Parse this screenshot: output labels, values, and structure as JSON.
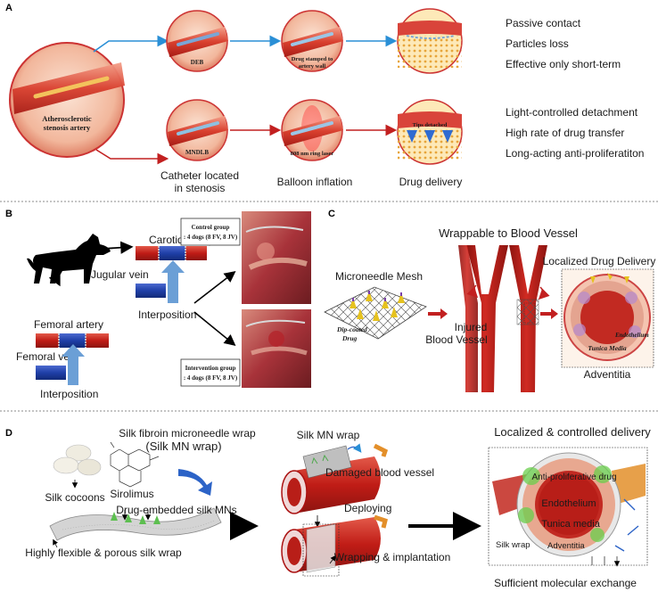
{
  "panelA": {
    "label": "A",
    "stenosis_caption_1": "Atherosclerotic",
    "stenosis_caption_2": "stenosis artery",
    "deb_caption": "DEB",
    "stamped_caption_1": "Drug stamped to",
    "stamped_caption_2": "artery wall",
    "mndlb_caption": "MNDLB",
    "laser_caption": "808 nm ring laser",
    "tips_caption": "Tips detached",
    "top_notes": [
      "Passive contact",
      "Particles loss",
      "Effective only short-term"
    ],
    "bottom_notes": [
      "Light-controlled detachment",
      "High rate of drug transfer",
      "Long-acting  anti-proliferatiton"
    ],
    "step1_line1": "Catheter located",
    "step1_line2": "in stenosis",
    "step2": "Balloon inflation",
    "step3": "Drug delivery"
  },
  "panelB": {
    "label": "B",
    "carotid": "Carotid artery",
    "jugular": "Jugular vein",
    "interposition_top": "Interposition",
    "femoral_artery": "Femoral artery",
    "femoral_vein": "Femoral vein",
    "interposition_bottom": "Interposition",
    "control_line1": "Control group",
    "control_line2": ": 4 dogs (8 FV, 8 JV)",
    "intervention_line1": "Intervention group",
    "intervention_line2": ": 4 dogs (8 FV, 8 JV)"
  },
  "panelC": {
    "label": "C",
    "title": "Wrappable to Blood Vessel",
    "mesh": "Microneedle Mesh",
    "dip_line1": "Dip-coated",
    "dip_line2": "Drug",
    "injured_line1": "Injured",
    "injured_line2": "Blood Vessel",
    "localized": "Localized Drug Delivery",
    "endothelium": "Endothelium",
    "tunica": "Tunica Media",
    "adventitia": "Adventitia"
  },
  "panelD": {
    "label": "D",
    "wrap_title_1": "Silk fibroin microneedle wrap",
    "wrap_title_2": "(Silk MN wrap)",
    "sirolimus": "Sirolimus",
    "cocoons": "Silk cocoons",
    "drug_mns": "Drug-embedded silk MNs",
    "porous": "Highly flexible & porous silk wrap",
    "mn_wrap": "Silk MN wrap",
    "damaged": "Damaged blood vessel",
    "deploying": "Deploying",
    "wrapping": "Wrapping & implantation",
    "localized": "Localized & controlled delivery",
    "antiprolif": "Anti-proliferative drug",
    "endothelium": "Endothelium",
    "tunica": "Tunica media",
    "silk_wrap": "Silk wrap",
    "adventitia": "Adventitia",
    "exchange": "Sufficient molecular exchange"
  },
  "colors": {
    "artery_red": "#c8201e",
    "vein_blue": "#1f3fa8",
    "arrow_blue": "#2a8fd6",
    "arrow_red": "#c22020",
    "flow_blue": "#6b9fd6"
  }
}
